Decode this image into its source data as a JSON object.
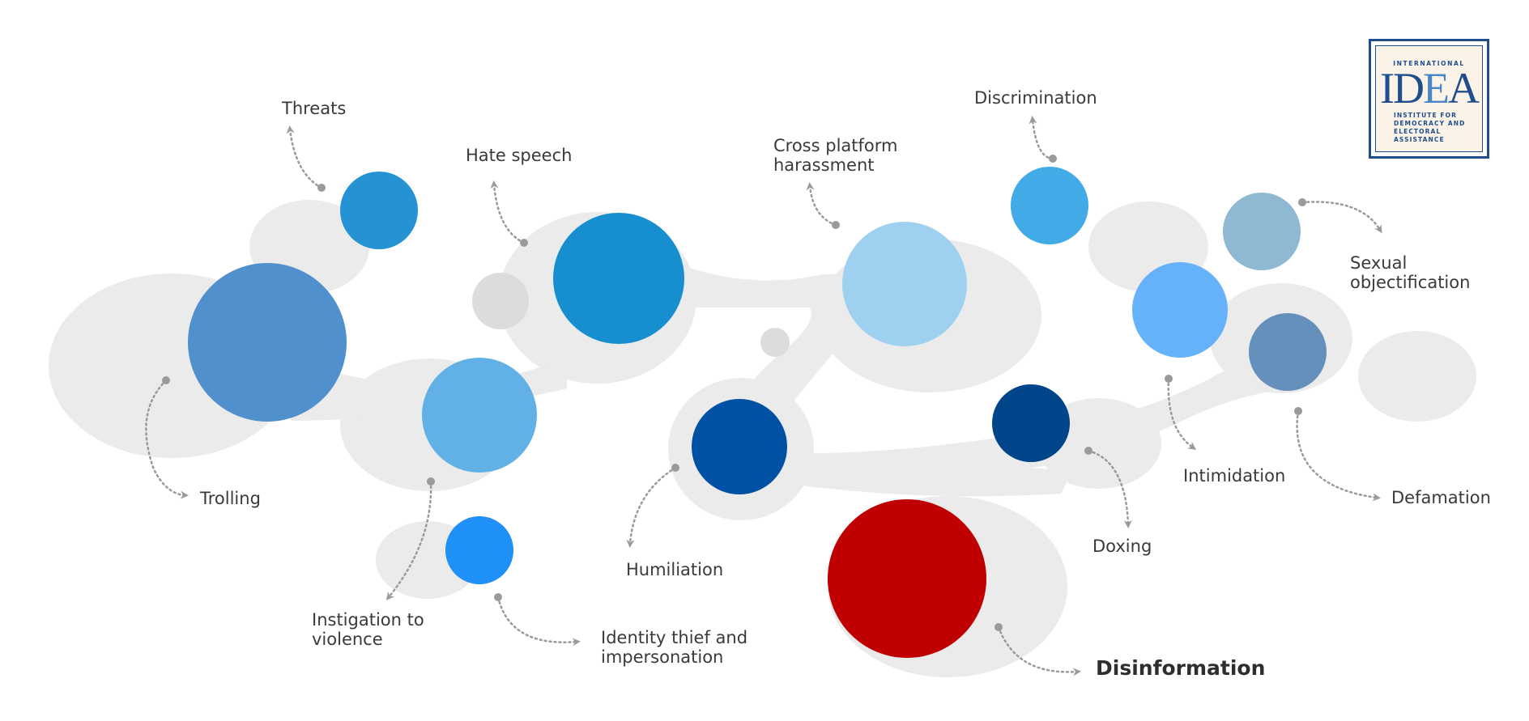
{
  "labels": {
    "threats": "Threats",
    "hate_speech": "Hate speech",
    "cross_platform_line1": "Cross platform",
    "cross_platform_line2": "harassment",
    "discrimination": "Discrimination",
    "sexual_obj_line1": "Sexual",
    "sexual_obj_line2": "objectification",
    "trolling": "Trolling",
    "instigation_line1": "Instigation to",
    "instigation_line2": "violence",
    "identity_line1": "Identity thief and",
    "identity_line2": "impersonation",
    "humiliation": "Humiliation",
    "disinformation": "Disinformation",
    "doxing": "Doxing",
    "intimidation": "Intimidation",
    "defamation": "Defamation"
  },
  "logo": {
    "top": "INTERNATIONAL",
    "mark_a": "ID",
    "mark_b": "E",
    "mark_c": "A",
    "sub_line1": "INSTITUTE FOR",
    "sub_line2": "DEMOCRACY AND",
    "sub_line3": "ELECTORAL",
    "sub_line4": "ASSISTANCE"
  },
  "colors": {
    "background_blob": "#ebebeb",
    "connector": "#9a9a9a",
    "trolling": "#5090cc",
    "threats": "#2592d4",
    "hate_speech": "#168ed0",
    "instigation": "#62b1e6",
    "identity": "#1e90f8",
    "cross_platform": "#9ed0f0",
    "humiliation": "#0051a4",
    "discrimination": "#42aae6",
    "intimidation": "#66b2fa",
    "sexual_objectification": "#8fb9d2",
    "defamation": "#6690bc",
    "doxing": "#00448a",
    "disinformation": "#c00000",
    "logo_blue": "#1f4e8c"
  }
}
